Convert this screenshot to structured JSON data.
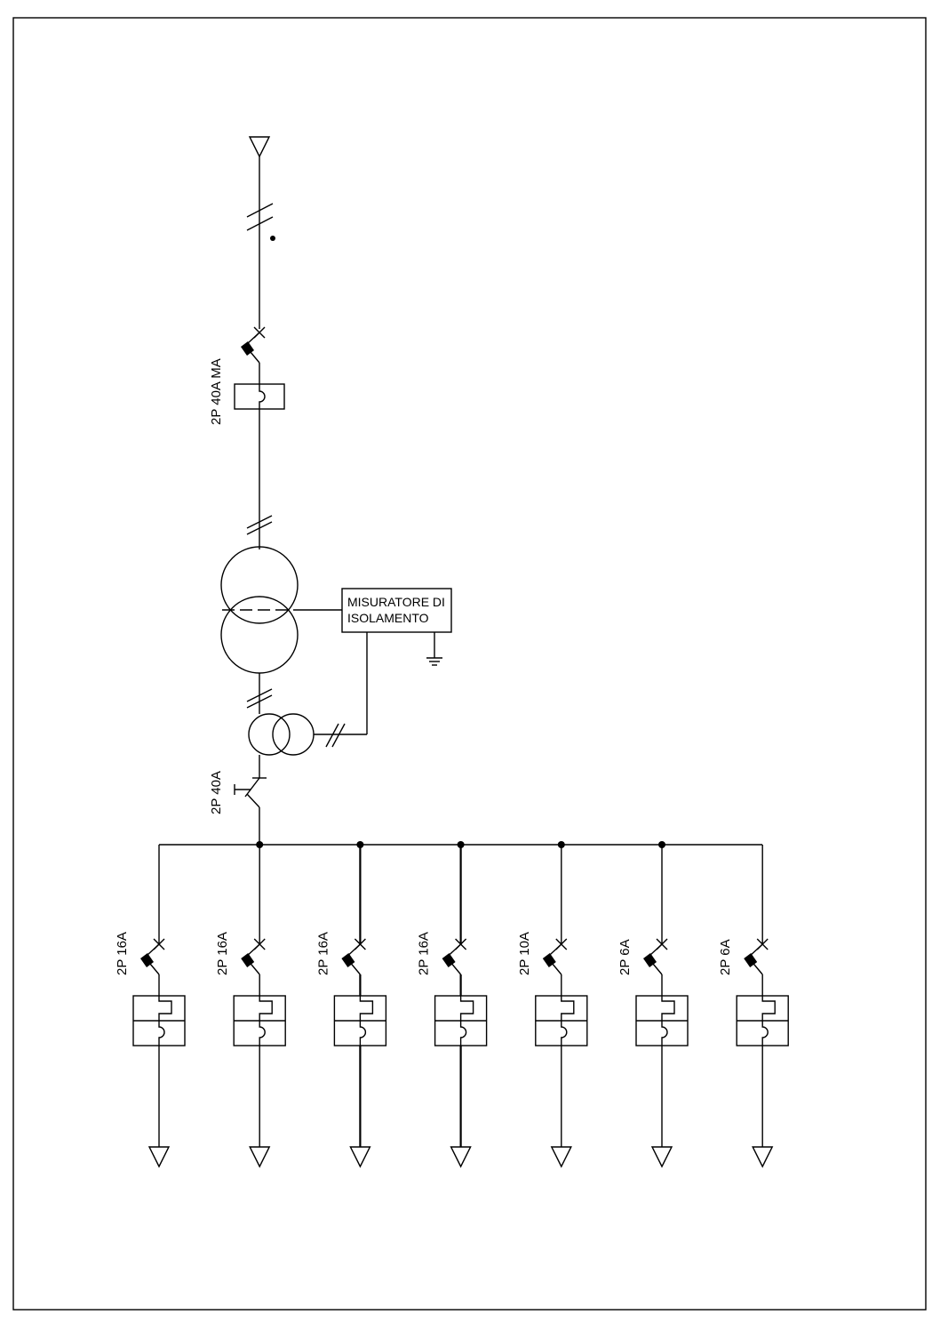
{
  "diagram": {
    "main_breaker_label": "2P 40A MA",
    "isolation_switch_label": "2P 40A",
    "monitor_label_line1": "MISURATORE DI",
    "monitor_label_line2": "ISOLAMENTO",
    "feeders": [
      {
        "label": "2P 16A"
      },
      {
        "label": "2P 16A"
      },
      {
        "label": "2P 16A"
      },
      {
        "label": "2P 16A"
      },
      {
        "label": "2P 10A"
      },
      {
        "label": "2P 6A"
      },
      {
        "label": "2P 6A"
      }
    ]
  }
}
